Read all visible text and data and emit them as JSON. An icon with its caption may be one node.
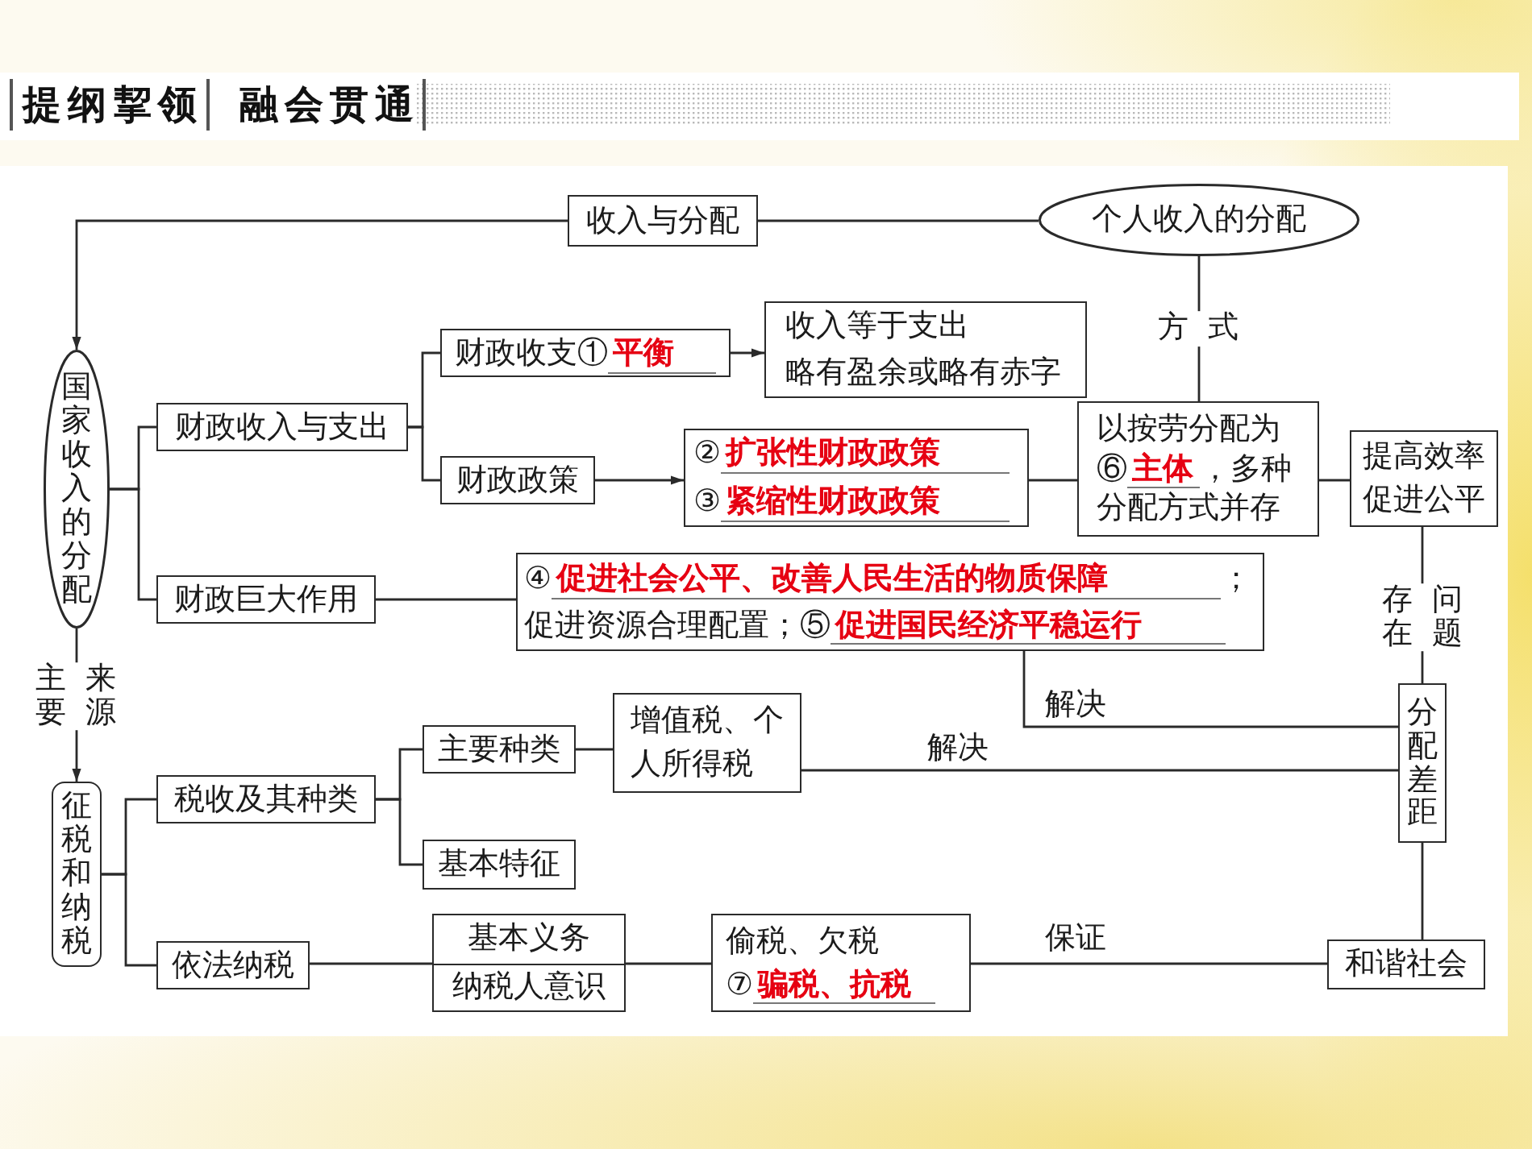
{
  "diagram": {
    "title": "提纲挈领 融会贯通",
    "nodes": [
      {
        "text": [
          "收入与分配"
        ]
      },
      {
        "text": [
          "个人收入的分配"
        ]
      },
      {
        "text": [
          "国家收入的分配"
        ]
      },
      {
        "text": [
          "财政收支①**平衡**"
        ]
      },
      {
        "text": [
          "收入等于支出",
          "略有盈余或略有赤字"
        ]
      },
      {
        "text": [
          "财政收入与支出"
        ]
      },
      {
        "text": [
          "财政政策"
        ]
      },
      {
        "text": [
          "②**扩张性财政政策**",
          "③**紧缩性财政政策**"
        ]
      },
      {
        "text": [
          "以按劳分配为⑥**主体**，多种分配方式并存"
        ]
      },
      {
        "text": [
          "提高效率促进公平"
        ]
      },
      {
        "text": [
          "财政巨大作用"
        ]
      },
      {
        "text": [
          "④**促进社会公平、改善人民生活的物质保障**；促进资源合理配置；⑤**促进国民经济平稳运行**"
        ]
      },
      {
        "text": [
          "征税和纳税"
        ]
      },
      {
        "text": [
          "主要种类"
        ]
      },
      {
        "text": [
          "增值税、个人所得税"
        ]
      },
      {
        "text": [
          "分配差距"
        ]
      },
      {
        "text": [
          "税收及其种类"
        ]
      },
      {
        "text": [
          "基本特征"
        ]
      },
      {
        "text": [
          "依法纳税"
        ]
      },
      {
        "text": [
          "基本义务",
          "纳税人意识"
        ]
      },
      {
        "text": [
          "偷税、欠税",
          "⑦**骗税、抗税**"
        ]
      },
      {
        "text": [
          "和谐社会"
        ]
      }
    ],
    "edges": [
      {
        "from": 0,
        "to": 1,
        "arrow": "none"
      },
      {
        "from": 0,
        "to": 2,
        "arrow": "to"
      },
      {
        "from": 1,
        "to": 8,
        "arrow": "none",
        "label": "方 式"
      },
      {
        "from": 2,
        "to": 5,
        "arrow": "none"
      },
      {
        "from": 2,
        "to": 10,
        "arrow": "none"
      },
      {
        "from": 2,
        "to": 12,
        "arrow": "to",
        "label": "主要来源"
      },
      {
        "from": 5,
        "to": 3,
        "arrow": "none"
      },
      {
        "from": 5,
        "to": 6,
        "arrow": "none"
      },
      {
        "from": 3,
        "to": 4,
        "arrow": "to"
      },
      {
        "from": 6,
        "to": 7,
        "arrow": "to"
      },
      {
        "from": 7,
        "to": 8,
        "arrow": "none"
      },
      {
        "from": 8,
        "to": 9,
        "arrow": "none"
      },
      {
        "from": 9,
        "to": 15,
        "arrow": "none",
        "label": "存在问题"
      },
      {
        "from": 10,
        "to": 11,
        "arrow": "none"
      },
      {
        "from": 11,
        "to": 15,
        "arrow": "none",
        "label": "解决"
      },
      {
        "from": 12,
        "to": 16,
        "arrow": "none"
      },
      {
        "from": 12,
        "to": 18,
        "arrow": "none"
      },
      {
        "from": 16,
        "to": 13,
        "arrow": "none"
      },
      {
        "from": 16,
        "to": 17,
        "arrow": "none"
      },
      {
        "from": 13,
        "to": 14,
        "arrow": "none"
      },
      {
        "from": 14,
        "to": 15,
        "arrow": "none",
        "label": "解决"
      },
      {
        "from": 18,
        "to": 19,
        "arrow": "none"
      },
      {
        "from": 19,
        "to": 20,
        "arrow": "none"
      },
      {
        "from": 20,
        "to": 21,
        "arrow": "none",
        "label": "保证"
      },
      {
        "from": 15,
        "to": 21,
        "arrow": "none"
      }
    ]
  }
}
